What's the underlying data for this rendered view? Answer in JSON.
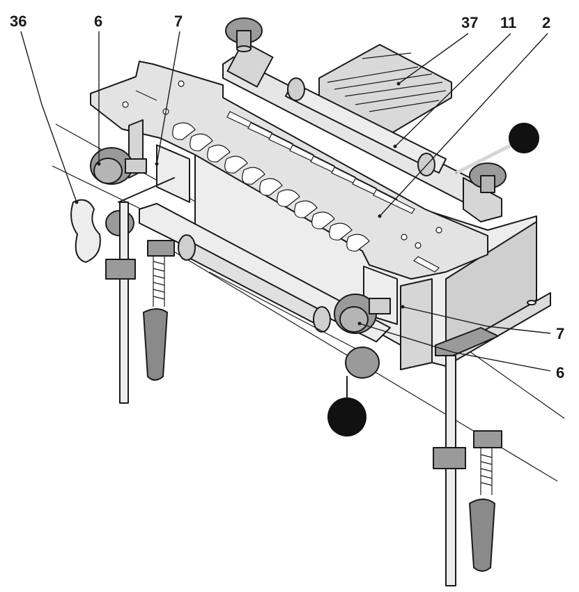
{
  "figure": {
    "palette": {
      "outline": "#1a1a1a",
      "metal_light": "#ededed",
      "metal_mid": "#cfcfcf",
      "metal_dark": "#9a9a9a",
      "wood": "#d9d9d9",
      "handle": "#8a8a8a",
      "knob_ball": "#111111",
      "background": "#ffffff"
    },
    "callouts": [
      {
        "id": "c36",
        "label": "36"
      },
      {
        "id": "c6a",
        "label": "6"
      },
      {
        "id": "c7a",
        "label": "7"
      },
      {
        "id": "c37",
        "label": "37"
      },
      {
        "id": "c11",
        "label": "11"
      },
      {
        "id": "c2",
        "label": "2"
      },
      {
        "id": "c7b",
        "label": "7"
      },
      {
        "id": "c6b",
        "label": "6"
      }
    ]
  }
}
